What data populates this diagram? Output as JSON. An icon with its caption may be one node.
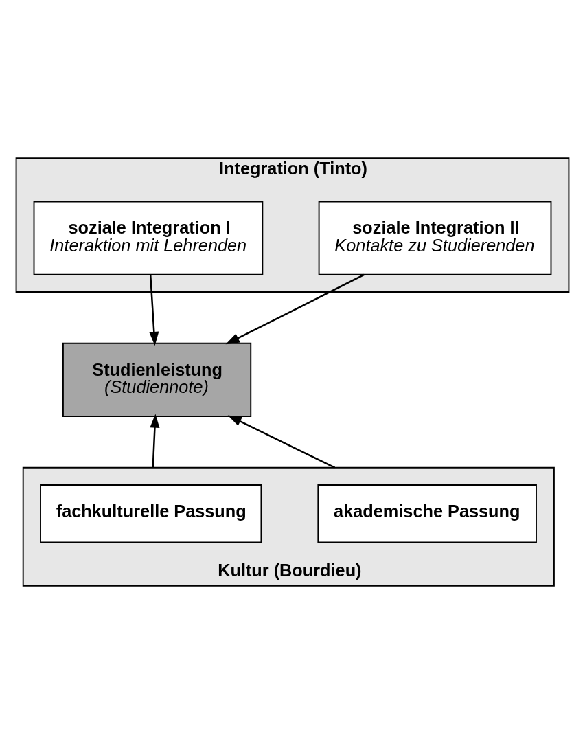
{
  "diagram": {
    "nodes": [
      {
        "text": [
          "Integration (Tinto)"
        ]
      },
      {
        "text": [
          "soziale Integration II",
          "Kontakte zu Studierenden"
        ],
        "in": 0
      },
      {
        "text": [
          "soziale Integration I",
          "Interaktion mit Lehrenden"
        ],
        "in": 0
      },
      {
        "text": [
          "Studienleistung",
          "(Studiennote)"
        ]
      },
      {
        "text": [
          "Kultur (Bourdieu)"
        ]
      },
      {
        "text": [
          "akademische Passung"
        ],
        "in": 4
      },
      {
        "text": [
          "fachkulturelle Passung"
        ],
        "in": 4
      }
    ],
    "edges": [
      {
        "from": 1,
        "to": 3,
        "arrow": "to"
      },
      {
        "from": 2,
        "to": 3,
        "arrow": "to"
      },
      {
        "from": 4,
        "to": 3,
        "arrow": "to"
      },
      {
        "from": 4,
        "to": 3,
        "arrow": "to"
      }
    ]
  }
}
